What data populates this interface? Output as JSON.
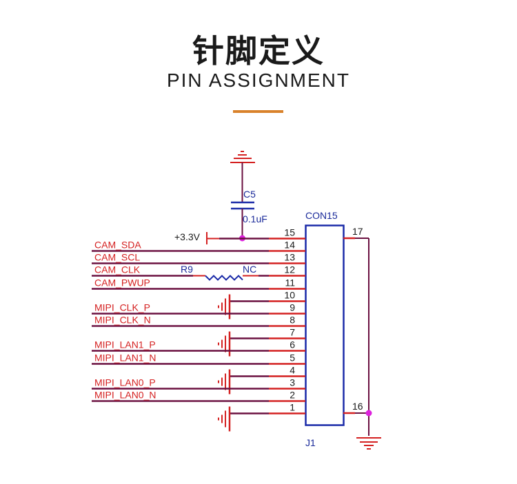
{
  "header": {
    "title_cn": "针脚定义",
    "title_en": "PIN ASSIGNMENT"
  },
  "colors": {
    "accent": "#d9822b",
    "wire": "#6b1040",
    "pin_wire": "#d42020",
    "component": "#1a2aa8",
    "junction": "#dd22dd",
    "net_label": "#d42020"
  },
  "connector": {
    "designator": "J1",
    "part": "CON15",
    "right_pins": [
      {
        "num": "17",
        "net": "GND"
      },
      {
        "num": "16",
        "net": "GND"
      }
    ]
  },
  "capacitor": {
    "designator": "C5",
    "value": "0.1uF"
  },
  "resistor": {
    "designator": "R9",
    "value": "NC"
  },
  "power": {
    "label": "+3.3V"
  },
  "pins": [
    {
      "num": "15",
      "net": "",
      "type": "power"
    },
    {
      "num": "14",
      "net": "CAM_SDA",
      "type": "signal"
    },
    {
      "num": "13",
      "net": "CAM_SCL",
      "type": "signal"
    },
    {
      "num": "12",
      "net": "CAM_CLK",
      "type": "resistor"
    },
    {
      "num": "11",
      "net": "CAM_PWUP",
      "type": "signal"
    },
    {
      "num": "10",
      "net": "",
      "type": "gnd"
    },
    {
      "num": "9",
      "net": "MIPI_CLK_P",
      "type": "signal"
    },
    {
      "num": "8",
      "net": "MIPI_CLK_N",
      "type": "signal"
    },
    {
      "num": "7",
      "net": "",
      "type": "gnd"
    },
    {
      "num": "6",
      "net": "MIPI_LAN1_P",
      "type": "signal"
    },
    {
      "num": "5",
      "net": "MIPI_LAN1_N",
      "type": "signal"
    },
    {
      "num": "4",
      "net": "",
      "type": "gnd"
    },
    {
      "num": "3",
      "net": "MIPI_LAN0_P",
      "type": "signal"
    },
    {
      "num": "2",
      "net": "MIPI_LAN0_N",
      "type": "signal"
    },
    {
      "num": "1",
      "net": "",
      "type": "gnd"
    }
  ]
}
